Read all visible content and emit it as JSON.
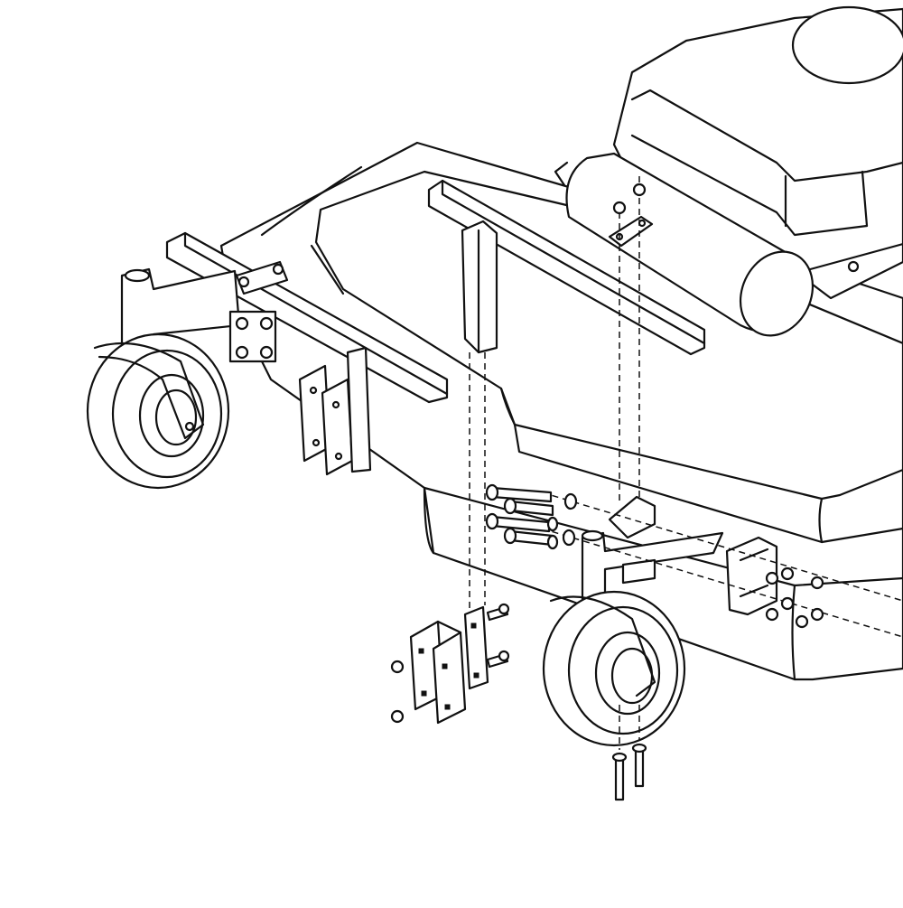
{
  "figure": {
    "kind": "exploded assembly line drawing",
    "colors": {
      "line": "#111111",
      "background": "#ffffff"
    },
    "parts": [
      "mower-deck",
      "engine",
      "muffler",
      "caster-wheel-left",
      "caster-wheel-right",
      "square-tube-left",
      "square-tube-center",
      "mounting-brackets",
      "bolts",
      "nuts",
      "washers"
    ]
  }
}
